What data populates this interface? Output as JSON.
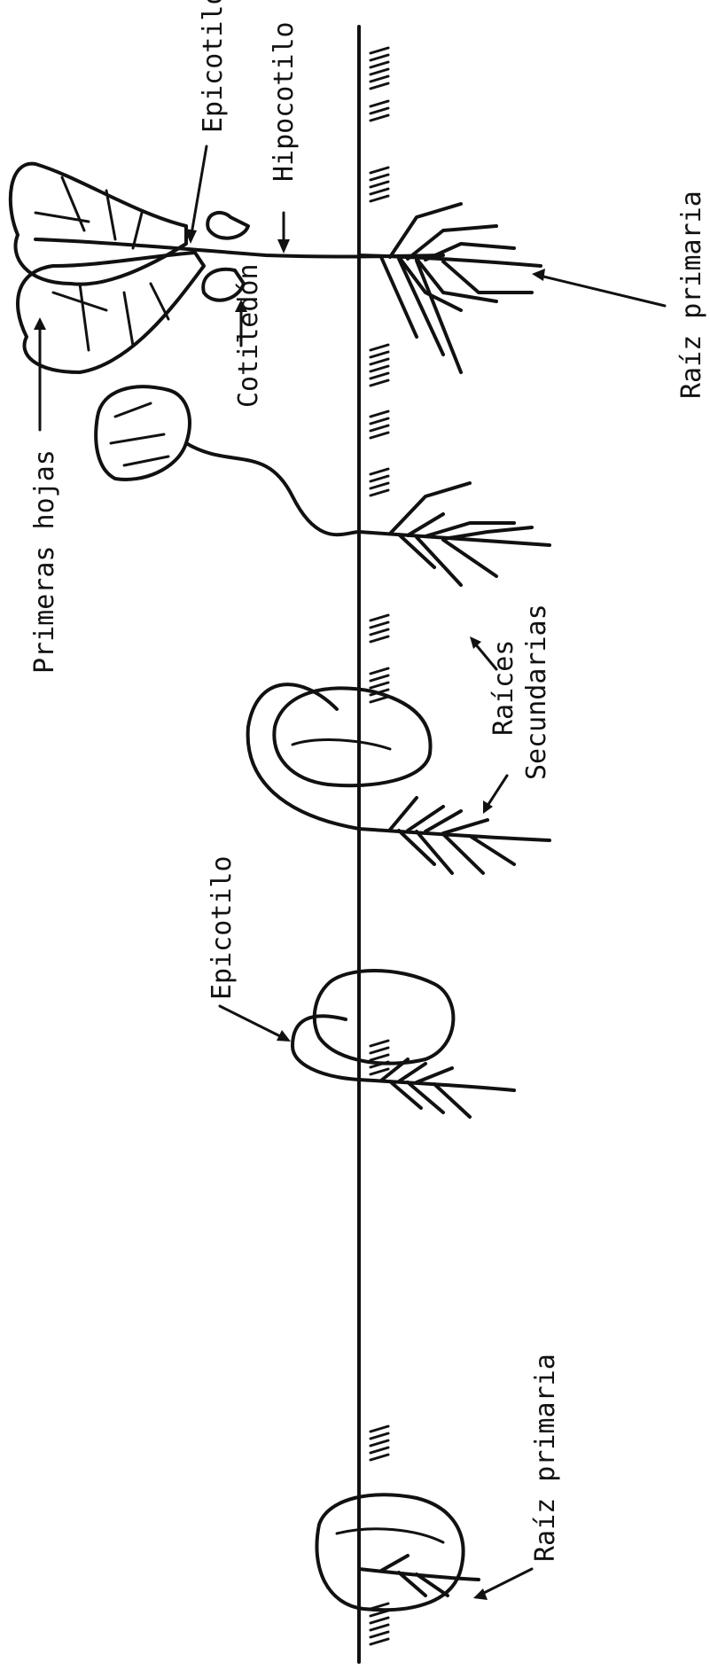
{
  "labels": {
    "epicotilo_top": "Epicotilo",
    "hipocotilo": "Hipocotilo",
    "raiz_primaria_top": "Raíz primaria",
    "cotiledon": "Cotiledón",
    "primeras_hojas": "Primeras hojas",
    "raices_secundarias_1": "Raíces",
    "raices_secundarias_2": "Secundarias",
    "epicotilo_bottom": "Epicotilo",
    "raiz_primaria_bottom": "Raíz primaria"
  }
}
